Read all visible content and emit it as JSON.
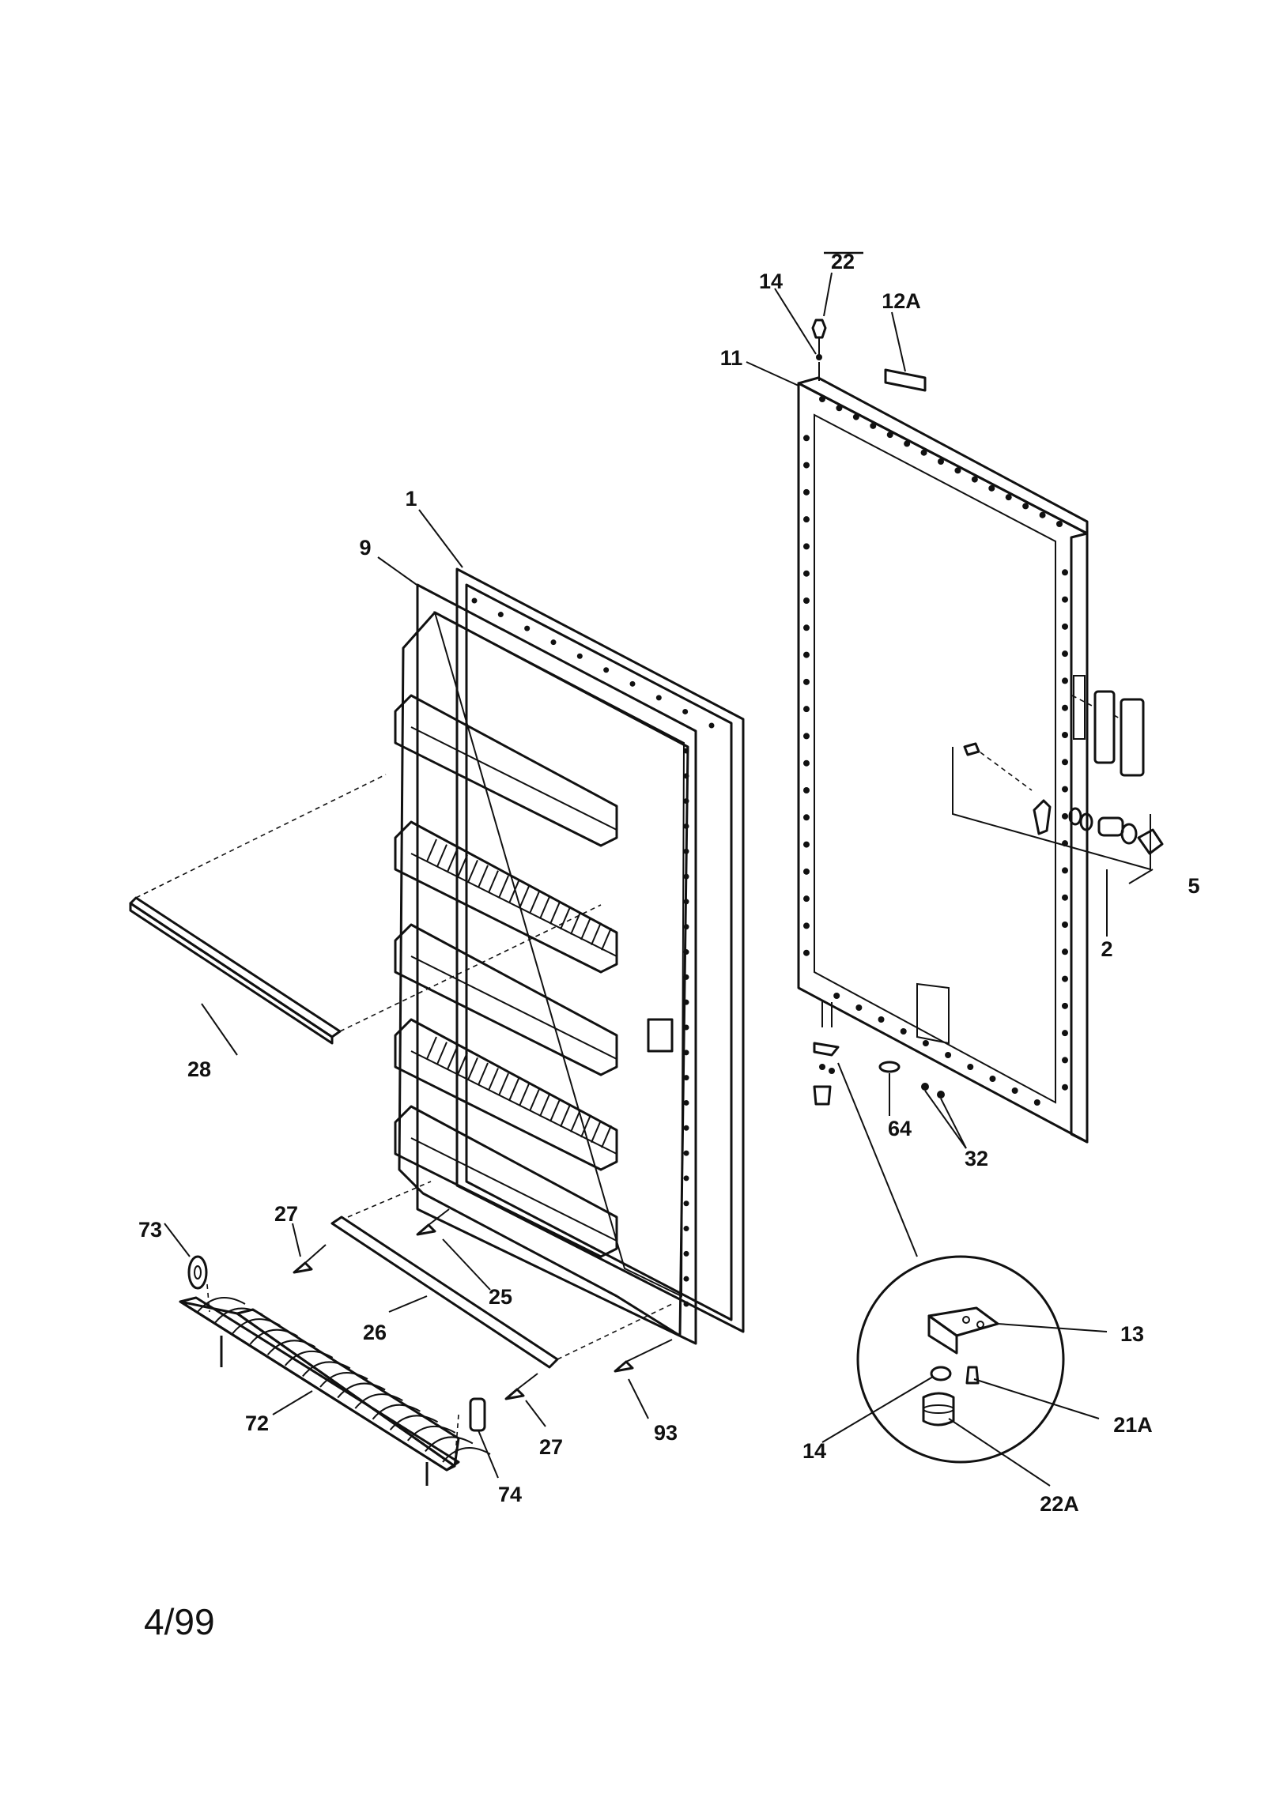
{
  "callouts": [
    {
      "id": "c22",
      "text": "22",
      "overbar": true
    },
    {
      "id": "c14top",
      "text": "14"
    },
    {
      "id": "c12A",
      "text": "12A"
    },
    {
      "id": "c11",
      "text": "11"
    },
    {
      "id": "c1",
      "text": "1"
    },
    {
      "id": "c9",
      "text": "9"
    },
    {
      "id": "c5",
      "text": "5"
    },
    {
      "id": "c2",
      "text": "2"
    },
    {
      "id": "c28",
      "text": "28"
    },
    {
      "id": "c64",
      "text": "64"
    },
    {
      "id": "c32",
      "text": "32"
    },
    {
      "id": "c27a",
      "text": "27"
    },
    {
      "id": "c73",
      "text": "73"
    },
    {
      "id": "c25",
      "text": "25"
    },
    {
      "id": "c26",
      "text": "26"
    },
    {
      "id": "c13",
      "text": "13"
    },
    {
      "id": "c72",
      "text": "72"
    },
    {
      "id": "c27b",
      "text": "27"
    },
    {
      "id": "c93",
      "text": "93"
    },
    {
      "id": "c21A",
      "text": "21A"
    },
    {
      "id": "c14bot",
      "text": "14"
    },
    {
      "id": "c74",
      "text": "74"
    },
    {
      "id": "c22A",
      "text": "22A"
    }
  ],
  "footer": {
    "date": "4/99"
  }
}
